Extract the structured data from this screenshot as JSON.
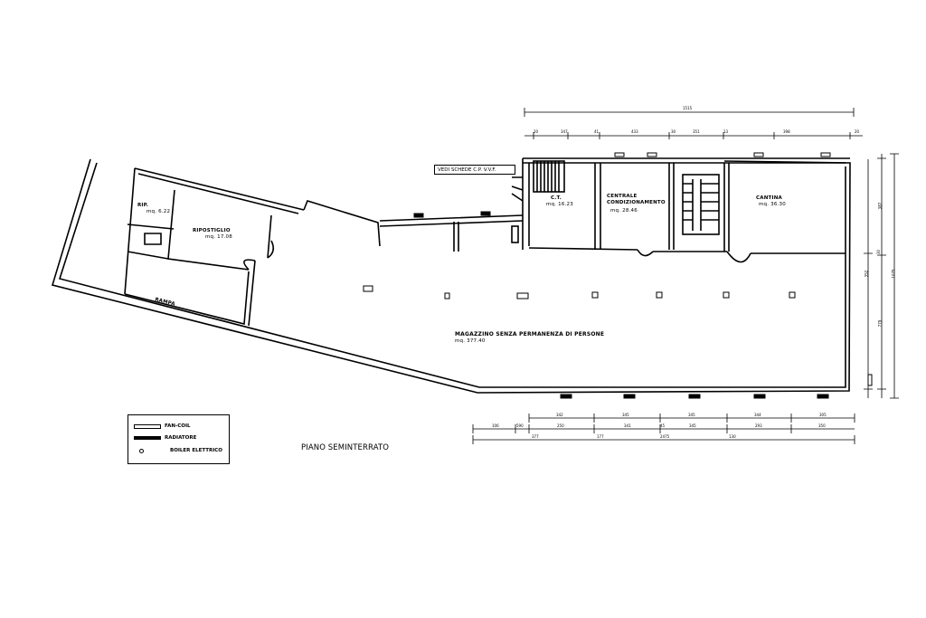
{
  "plan_title": "PIANO SEMINTERRATO",
  "note": "VEDI SCHEDE C.P. V.V.F.",
  "rooms": [
    {
      "name": "RIP.",
      "area": "mq. 6.22"
    },
    {
      "name": "RIPOSTIGLIO",
      "area": "mq. 17.08"
    },
    {
      "name": "RAMPA",
      "area": ""
    },
    {
      "name": "C.T.",
      "area": "mq. 16.23"
    },
    {
      "name": "CENTRALE CONDIZIONAMENTO",
      "area": "mq. 28.46"
    },
    {
      "name": "CANTINA",
      "area": "mq. 36.30"
    },
    {
      "name": "MAGAZZINO SENZA PERMANENZA DI PERSONE",
      "area": "mq. 377.40"
    }
  ],
  "legend": [
    {
      "symbol": "outline-bar",
      "label": "FAN-COIL"
    },
    {
      "symbol": "solid-bar",
      "label": "RADIATORE"
    },
    {
      "symbol": "circle",
      "label": "BOILER ELETTRICO"
    }
  ],
  "dimensions": {
    "top_total": "1515",
    "top_row": [
      "20",
      "347",
      "41",
      "433",
      "30",
      "351",
      "13",
      "398",
      "20"
    ],
    "right_outer": "1075",
    "right_inner_a": "387",
    "right_inner_b": "30",
    "right_mid": "352",
    "right_low": "779",
    "bottom_row1": [
      "342",
      "345",
      "345",
      "344",
      "305"
    ],
    "bottom_row2": [
      "106",
      "590",
      "250",
      "341",
      "45",
      "345",
      "293",
      "350"
    ],
    "bottom_total": "2475",
    "bottom_short": [
      "377",
      "177",
      "130"
    ]
  },
  "colors": {
    "line": "#000000",
    "background": "#ffffff"
  }
}
